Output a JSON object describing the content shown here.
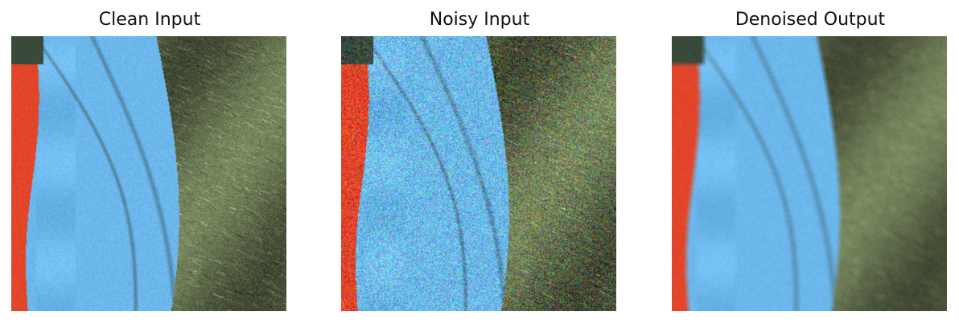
{
  "figure": {
    "panels": [
      {
        "title": "Clean Input",
        "variant": "clean"
      },
      {
        "title": "Noisy Input",
        "variant": "noisy"
      },
      {
        "title": "Denoised Output",
        "variant": "denoised"
      }
    ],
    "colors": {
      "background": "#ffffff",
      "feather_blue": "#6cb8ec",
      "red_patch": "#e2462a",
      "fur_green": "#6c7a55",
      "dark_shadow": "#2f3b36"
    }
  }
}
